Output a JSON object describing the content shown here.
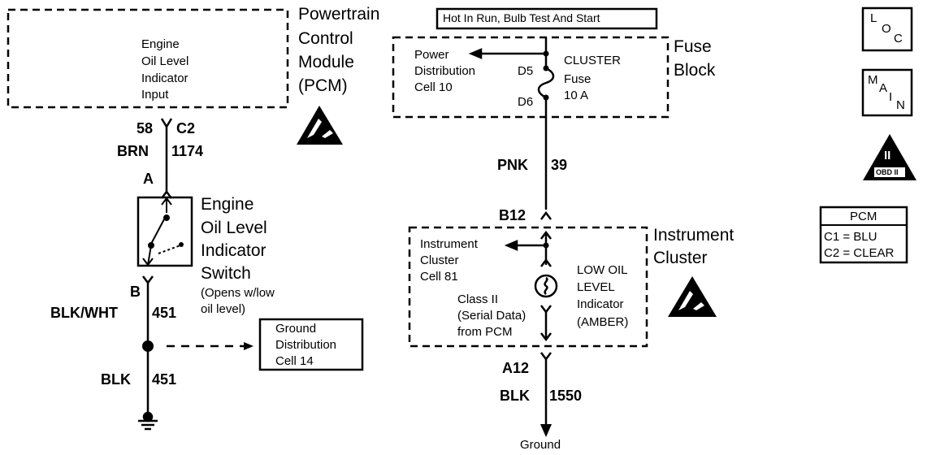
{
  "pcm": {
    "input_lines": [
      "Engine",
      "Oil Level",
      "Indicator",
      "Input"
    ],
    "title_lines": [
      "Powertrain",
      "Control",
      "Module",
      "(PCM)"
    ]
  },
  "wire_pcm": {
    "pin": "58",
    "connector": "C2",
    "color": "BRN",
    "circuit": "1174"
  },
  "switch": {
    "terminal_top": "A",
    "terminal_bottom": "B",
    "title_lines": [
      "Engine",
      "Oil Level",
      "Indicator",
      "Switch"
    ],
    "note_lines": [
      "(Opens w/low",
      "oil level)"
    ]
  },
  "wire_switch_ground": {
    "color": "BLK/WHT",
    "circuit": "451"
  },
  "ground_cell14": {
    "lines": [
      "Ground",
      "Distribution",
      "Cell 14"
    ]
  },
  "wire_ground": {
    "color": "BLK",
    "circuit": "451"
  },
  "hot_label": "Hot In Run, Bulb Test And Start",
  "fuse_block": {
    "title_lines": [
      "Fuse",
      "Block"
    ],
    "power_lines": [
      "Power",
      "Distribution",
      "Cell 10"
    ],
    "fuse_lines": [
      "CLUSTER",
      "Fuse",
      "10 A"
    ],
    "pin_in": "D5",
    "pin_out": "D6"
  },
  "wire_pnk": {
    "color": "PNK",
    "circuit": "39"
  },
  "cluster": {
    "pin_in": "B12",
    "pin_out": "A12",
    "title_lines": [
      "Instrument",
      "Cluster"
    ],
    "cell_lines": [
      "Instrument",
      "Cluster",
      "Cell 81"
    ],
    "class2_lines": [
      "Class II",
      "(Serial Data)",
      "from PCM"
    ],
    "lamp_lines": [
      "LOW OIL",
      "LEVEL",
      "Indicator",
      "(AMBER)"
    ]
  },
  "wire_cluster_ground": {
    "color": "BLK",
    "circuit": "1550"
  },
  "ground_label": "Ground",
  "icons": {
    "loc": [
      "L",
      "O",
      "C"
    ],
    "main": [
      "M",
      "A",
      "I",
      "N"
    ],
    "obd": [
      "II",
      "OBD II"
    ]
  },
  "pcm_legend": {
    "title": "PCM",
    "rows": [
      "C1 = BLU",
      "C2 = CLEAR"
    ]
  }
}
